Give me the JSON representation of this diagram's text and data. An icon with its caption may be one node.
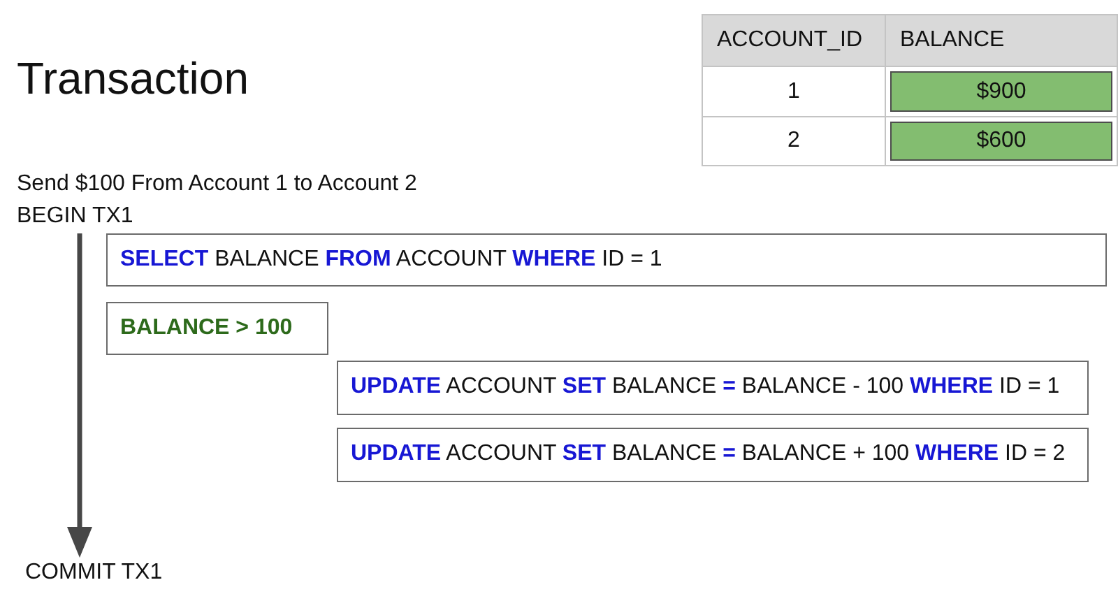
{
  "diagram": {
    "title": "Transaction",
    "nodes": [
      {
        "text": [
          "BEGIN TX1"
        ]
      },
      {
        "text": [
          "**SELECT** BALANCE **FROM** ACCOUNT **WHERE** ID = 1"
        ]
      },
      {
        "text": [
          "BALANCE > 100"
        ]
      },
      {
        "text": [
          "**UPDATE** ACCOUNT **SET** BALANCE **=** BALANCE - 100 **WHERE** ID = 1"
        ]
      },
      {
        "text": [
          "**UPDATE** ACCOUNT **SET** BALANCE **=** BALANCE + 100 **WHERE** ID = 2"
        ]
      },
      {
        "text": [
          "COMMIT TX1"
        ]
      }
    ],
    "edges": [
      {
        "from": 0,
        "to": 5,
        "arrow": "to"
      }
    ],
    "labels": [
      "ACCOUNT_ID",
      "BALANCE",
      "1",
      "$900",
      "2",
      "$600",
      "Send $100 From Account 1 to Account 2"
    ]
  }
}
